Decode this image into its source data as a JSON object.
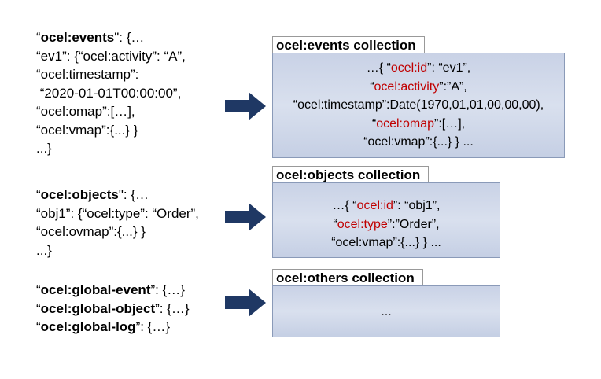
{
  "left": {
    "events": {
      "key": "ocel:events",
      "line1_suffix": "\": {…",
      "lines": [
        "“ev1”: {“ocel:activity”: “A”,",
        "“ocel:timestamp”:",
        " “2020-01-01T00:00:00”,",
        "“ocel:omap”:[…],",
        "“ocel:vmap”:{...} }",
        "...}"
      ]
    },
    "objects": {
      "key": "ocel:objects",
      "line1_suffix": "\": {…",
      "lines": [
        "“obj1”: {“ocel:type”: “Order”,",
        "“ocel:ovmap”:{...} }",
        "...}"
      ]
    },
    "globals": [
      {
        "key": "ocel:global-event",
        "suffix": "”: {…}"
      },
      {
        "key": "ocel:global-object",
        "suffix": "”: {…}"
      },
      {
        "key": "ocel:global-log",
        "suffix": "”: {…}"
      }
    ]
  },
  "collections": {
    "events": {
      "title": "ocel:events collection",
      "l1_a": "…{ “",
      "l1_key": "ocel:id",
      "l1_b": "”: “ev1”,",
      "l2_a": "“",
      "l2_key": "ocel:activity",
      "l2_b": "”:”A”,",
      "l3": "“ocel:timestamp”:Date(1970,01,01,00,00,00),",
      "l4_a": "“",
      "l4_key": "ocel:omap",
      "l4_b": "”:[…],",
      "l5": "“ocel:vmap”:{...} } ..."
    },
    "objects": {
      "title": "ocel:objects collection",
      "l1_a": "…{ “",
      "l1_key": "ocel:id",
      "l1_b": "”: “obj1”,",
      "l2_a": "“",
      "l2_key": "ocel:type",
      "l2_b": "”:”Order”,",
      "l3": "“ocel:vmap”:{...} } ..."
    },
    "others": {
      "title": "ocel:others collection",
      "body": "..."
    }
  },
  "colors": {
    "arrow": "#1f3864",
    "key_red": "#c00000",
    "box_border": "#8a9ab8",
    "box_fill": "#d0d8ea"
  }
}
